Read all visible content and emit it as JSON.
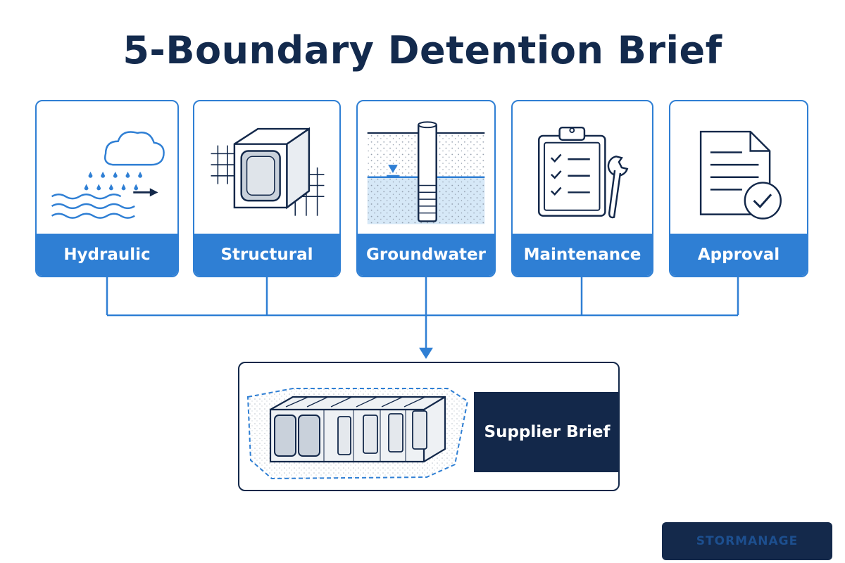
{
  "title": "5-Boundary Detention Brief",
  "boundaries": [
    {
      "label": "Hydraulic",
      "icon": "rain-runoff-icon"
    },
    {
      "label": "Structural",
      "icon": "reinforced-concrete-cell-icon"
    },
    {
      "label": "Groundwater",
      "icon": "groundwater-well-icon"
    },
    {
      "label": "Maintenance",
      "icon": "checklist-wrench-icon"
    },
    {
      "label": "Approval",
      "icon": "approved-document-icon"
    }
  ],
  "result": {
    "label": "Supplier Brief",
    "icon": "detention-tank-icon"
  },
  "brand": {
    "text": "STORMANAGE"
  },
  "colors": {
    "accent": "#2f7fd4",
    "navy": "#13284a",
    "water": "#d6e8f7"
  }
}
